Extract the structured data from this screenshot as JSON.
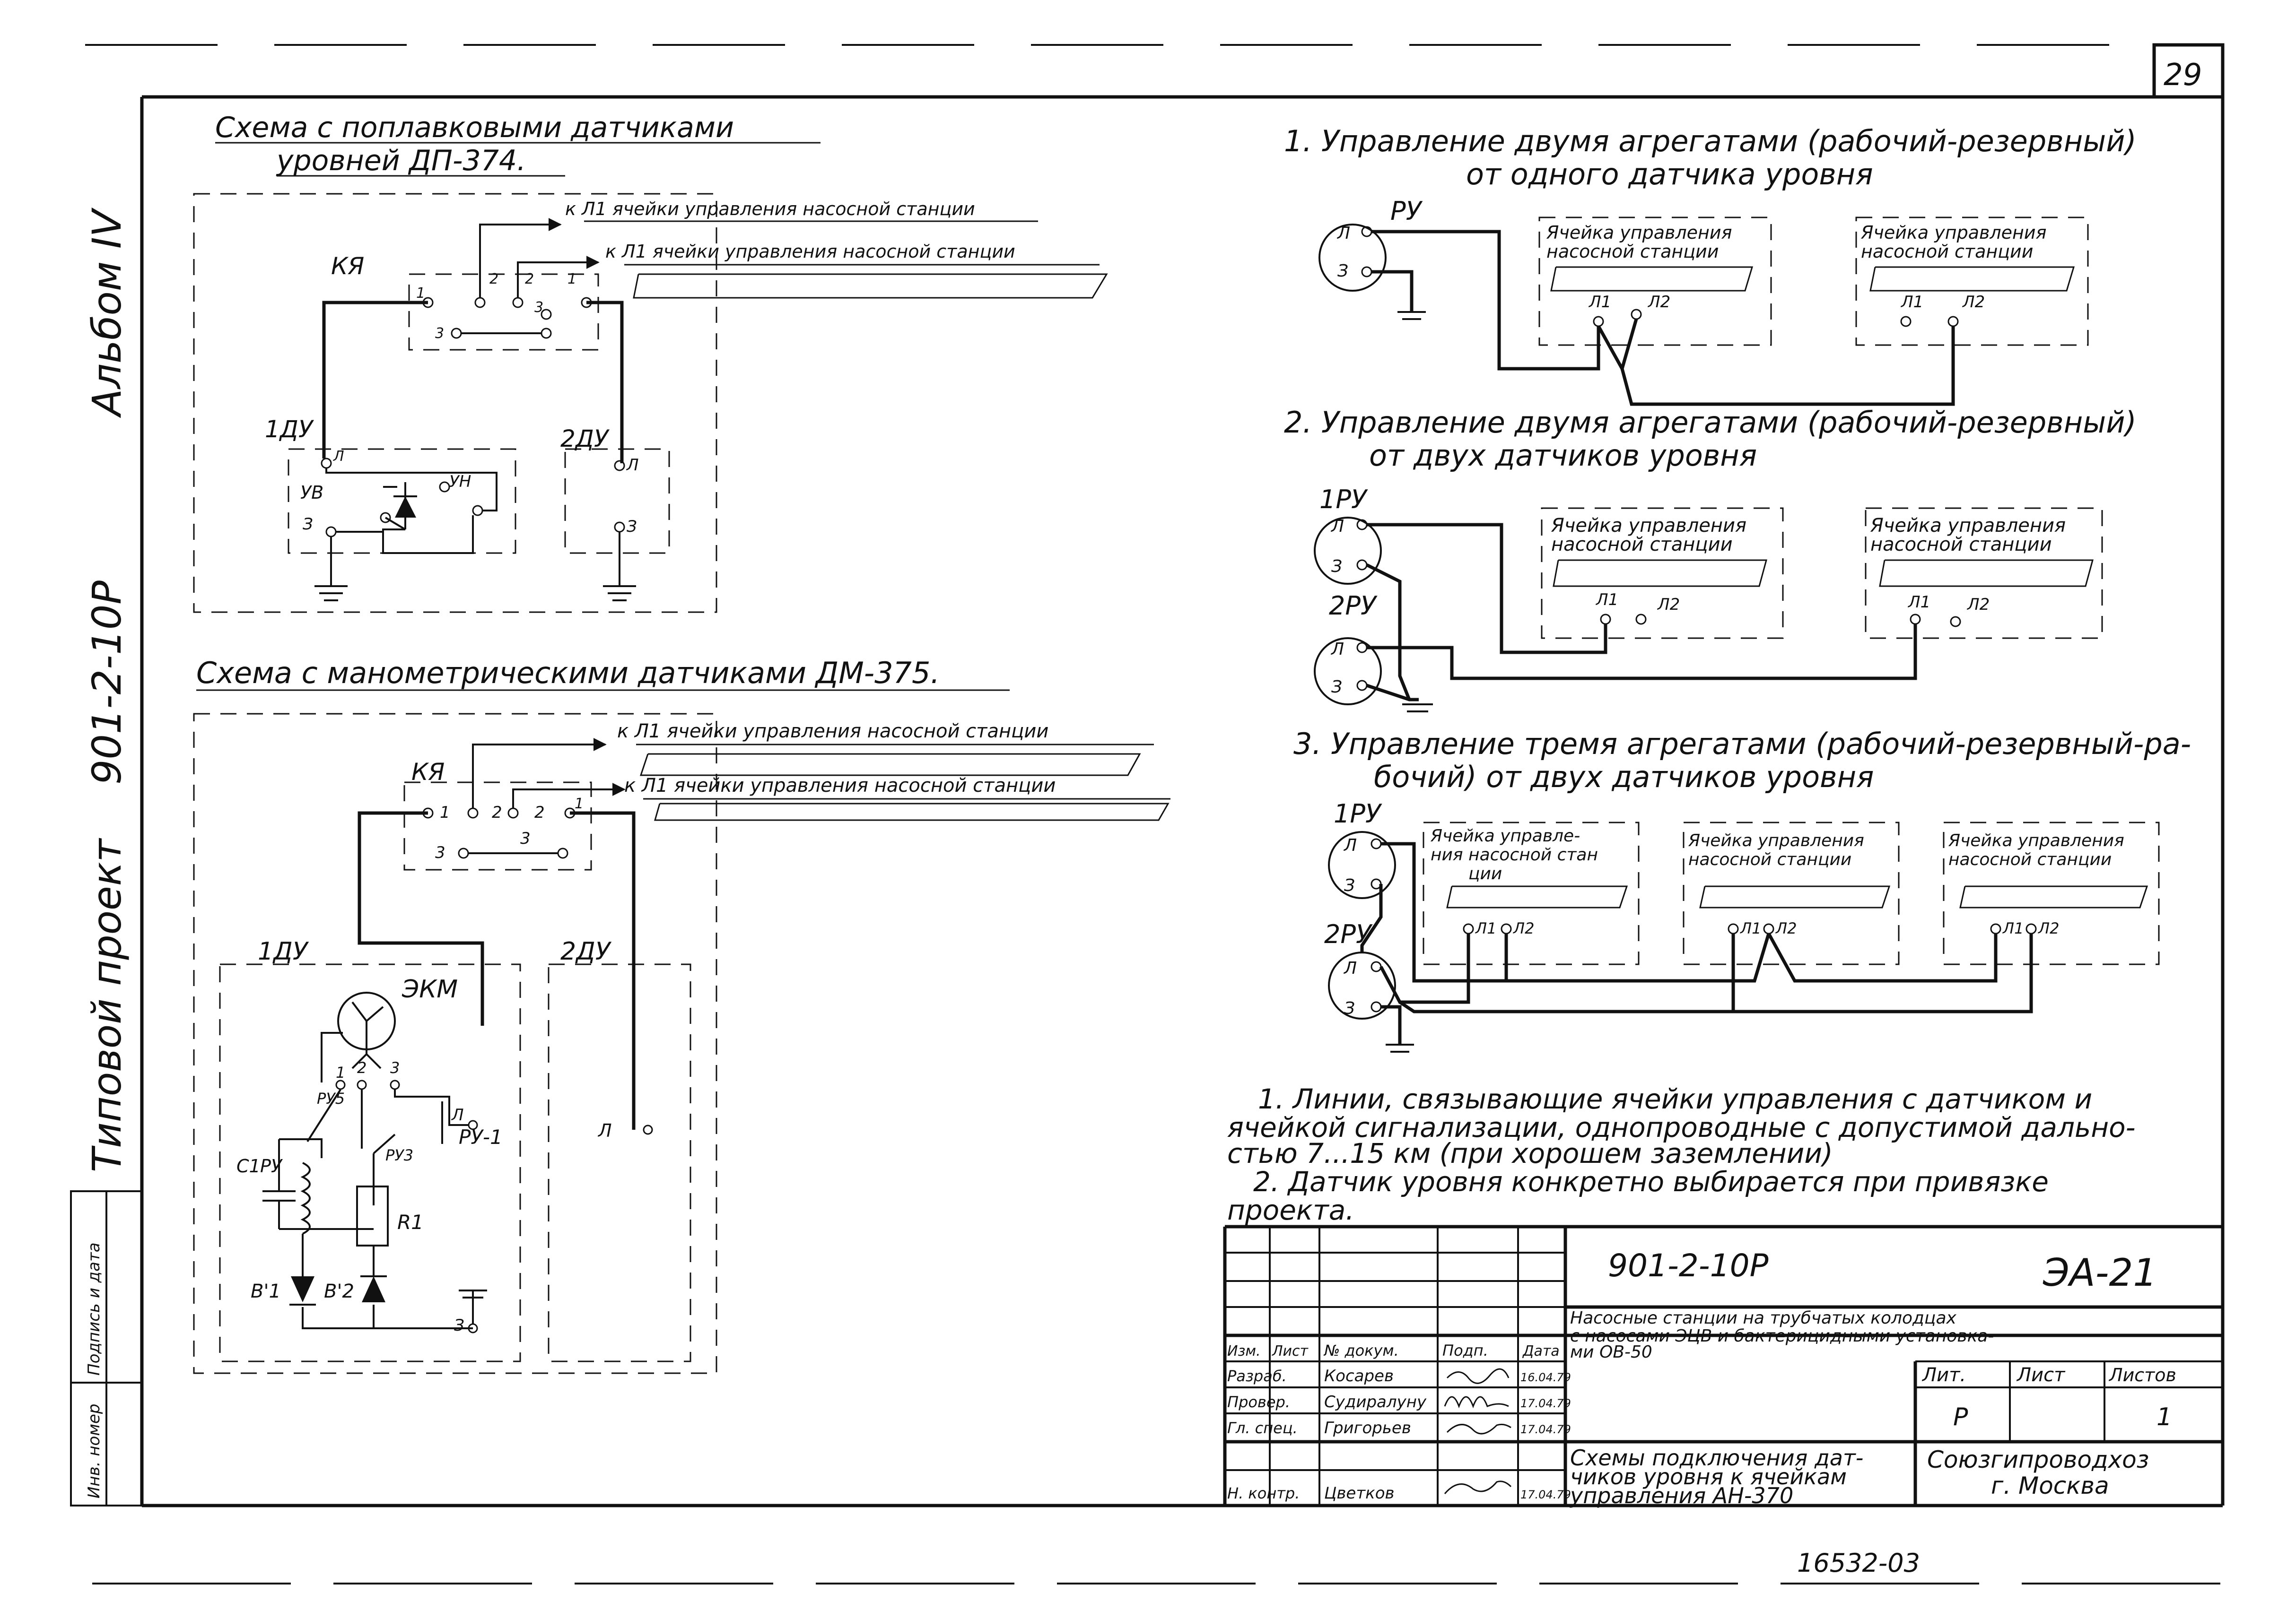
{
  "sheet": {
    "page_number": "29",
    "bottom_number": "16532-03"
  },
  "side_column": {
    "album": "Альбом IV",
    "project_code": "901-2-10Р",
    "project_type": "Типовой проект",
    "sign_date": "Подпись и дата",
    "inv_no": "Инв. номер"
  },
  "left": {
    "float_title_1": "Схема с поплавковыми датчиками",
    "float_title_2": "уровней ДП-374.",
    "mano_title": "Схема с манометрическими датчиками ДМ-375.",
    "cell_ref": "к Л1 ячейки управления насосной станции",
    "ky": "КЯ",
    "du1": "1ДУ",
    "du2": "2ДУ",
    "ekm": "ЭКМ",
    "uv": "УВ",
    "un": "УН",
    "l": "Л",
    "z": "З",
    "ru": "РУ",
    "ru1": "РУ-1",
    "ru3": "РУ3",
    "ru5": "РУ5",
    "c1": "С1",
    "r1": "R1",
    "b1": "В'1",
    "b2": "В'2",
    "n1": "1",
    "n2": "2",
    "n3": "3"
  },
  "right": {
    "sec1_1": "1. Управление двумя агрегатами (рабочий-резервный)",
    "sec1_2": "от одного датчика уровня",
    "sec2_1": "2. Управление двумя агрегатами (рабочий-резервный)",
    "sec2_2": "от двух датчиков уровня",
    "sec3_1": "3. Управление тремя агрегатами (рабочий-резервный-ра-",
    "sec3_2": "бочий) от двух датчиков уровня",
    "cell_2l_1": "Ячейка управления",
    "cell_2l_2": "насосной станции",
    "cell_3l_1": "Ячейка управле-",
    "cell_3l_2": "ния насосной стан",
    "cell_3l_3": "ции",
    "ru": "РУ",
    "ru1": "1РУ",
    "ru2": "2РУ",
    "l1": "Л1",
    "l2": "Л2"
  },
  "notes": {
    "n1_1": "1. Линии, связывающие ячейки управления с датчиком и",
    "n1_2": "ячейкой сигнализации, однопроводные с допустимой дально-",
    "n1_3": "стью 7...15 км (при хорошем заземлении)",
    "n2_1": "2. Датчик уровня конкретно выбирается при привязке",
    "n2_2": "проекта."
  },
  "title_block": {
    "code": "901-2-10Р",
    "sheet_id": "ЭА-21",
    "desc_1": "Насосные станции на трубчатых колодцах",
    "desc_2": "с насосами ЭЦВ и бактерицидными установка-",
    "desc_3": "ми ОВ-50",
    "col_izm": "Изм.",
    "col_list": "Лист",
    "col_doc": "№ докум.",
    "col_sign": "Подп.",
    "col_date": "Дата",
    "rows": [
      {
        "role": "Разраб.",
        "name": "Косарев",
        "date": "16.04.79"
      },
      {
        "role": "Провер.",
        "name": "Судиралуну",
        "date": "17.04.79"
      },
      {
        "role": "Гл. спец.",
        "name": "Григорьев",
        "date": "17.04.79"
      },
      {
        "role": "Н. контр.",
        "name": "Цветков",
        "date": "17.04.79"
      }
    ],
    "lit_label": "Лит.",
    "sheet_label": "Лист",
    "sheets_label": "Листов",
    "lit": "Р",
    "sheets": "1",
    "drawing_1": "Схемы подключения дат-",
    "drawing_2": "чиков уровня к ячейкам",
    "drawing_3": "управления АН-370",
    "org_1": "Союзгипроводхоз",
    "org_2": "г. Москва"
  }
}
